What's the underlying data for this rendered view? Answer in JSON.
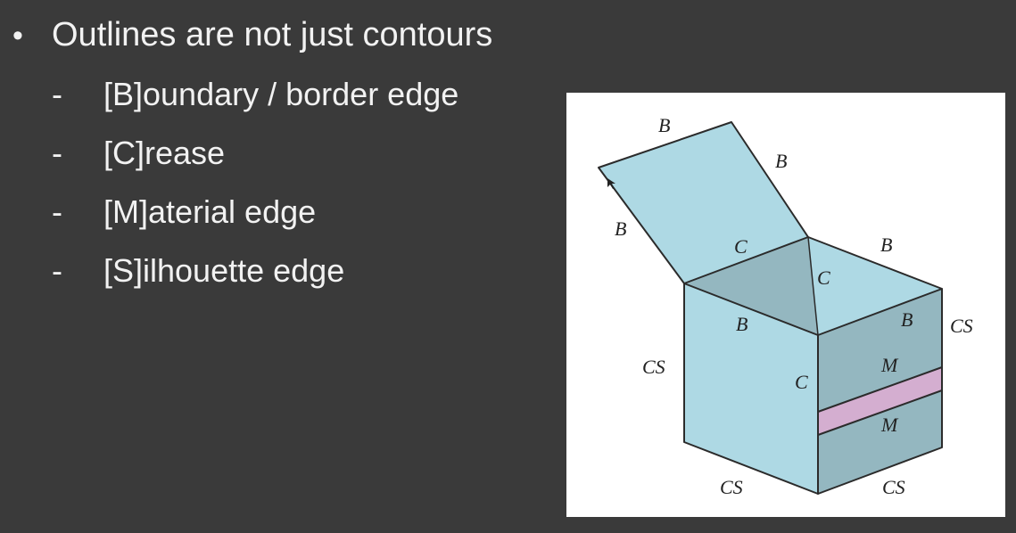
{
  "bullet": {
    "symbol": "•",
    "text": "Outlines are not just contours"
  },
  "sub_items": [
    {
      "dash": "-",
      "text": "[B]oundary / border edge"
    },
    {
      "dash": "-",
      "text": "[C]rease"
    },
    {
      "dash": "-",
      "text": "[M]aterial edge"
    },
    {
      "dash": "-",
      "text": "[S]ilhouette edge"
    }
  ],
  "figure": {
    "labels": {
      "lid_top": "B",
      "lid_right": "B",
      "lid_left": "B",
      "lid_hinge": "C",
      "inner_corner": "C",
      "back_right_top": "B",
      "front_top": "B",
      "right_top": "B",
      "right_outer": "CS",
      "left_outer": "CS",
      "front_corner": "C",
      "band_top": "M",
      "band_bottom": "M",
      "bottom_left": "CS",
      "bottom_right": "CS"
    },
    "colors": {
      "lid": "#aed9e4",
      "inside": "#94b7c0",
      "front_face": "#aed9e4",
      "right_face": "#94b7c0",
      "band": "#d4aed0",
      "outline": "#2b2b2b"
    }
  }
}
